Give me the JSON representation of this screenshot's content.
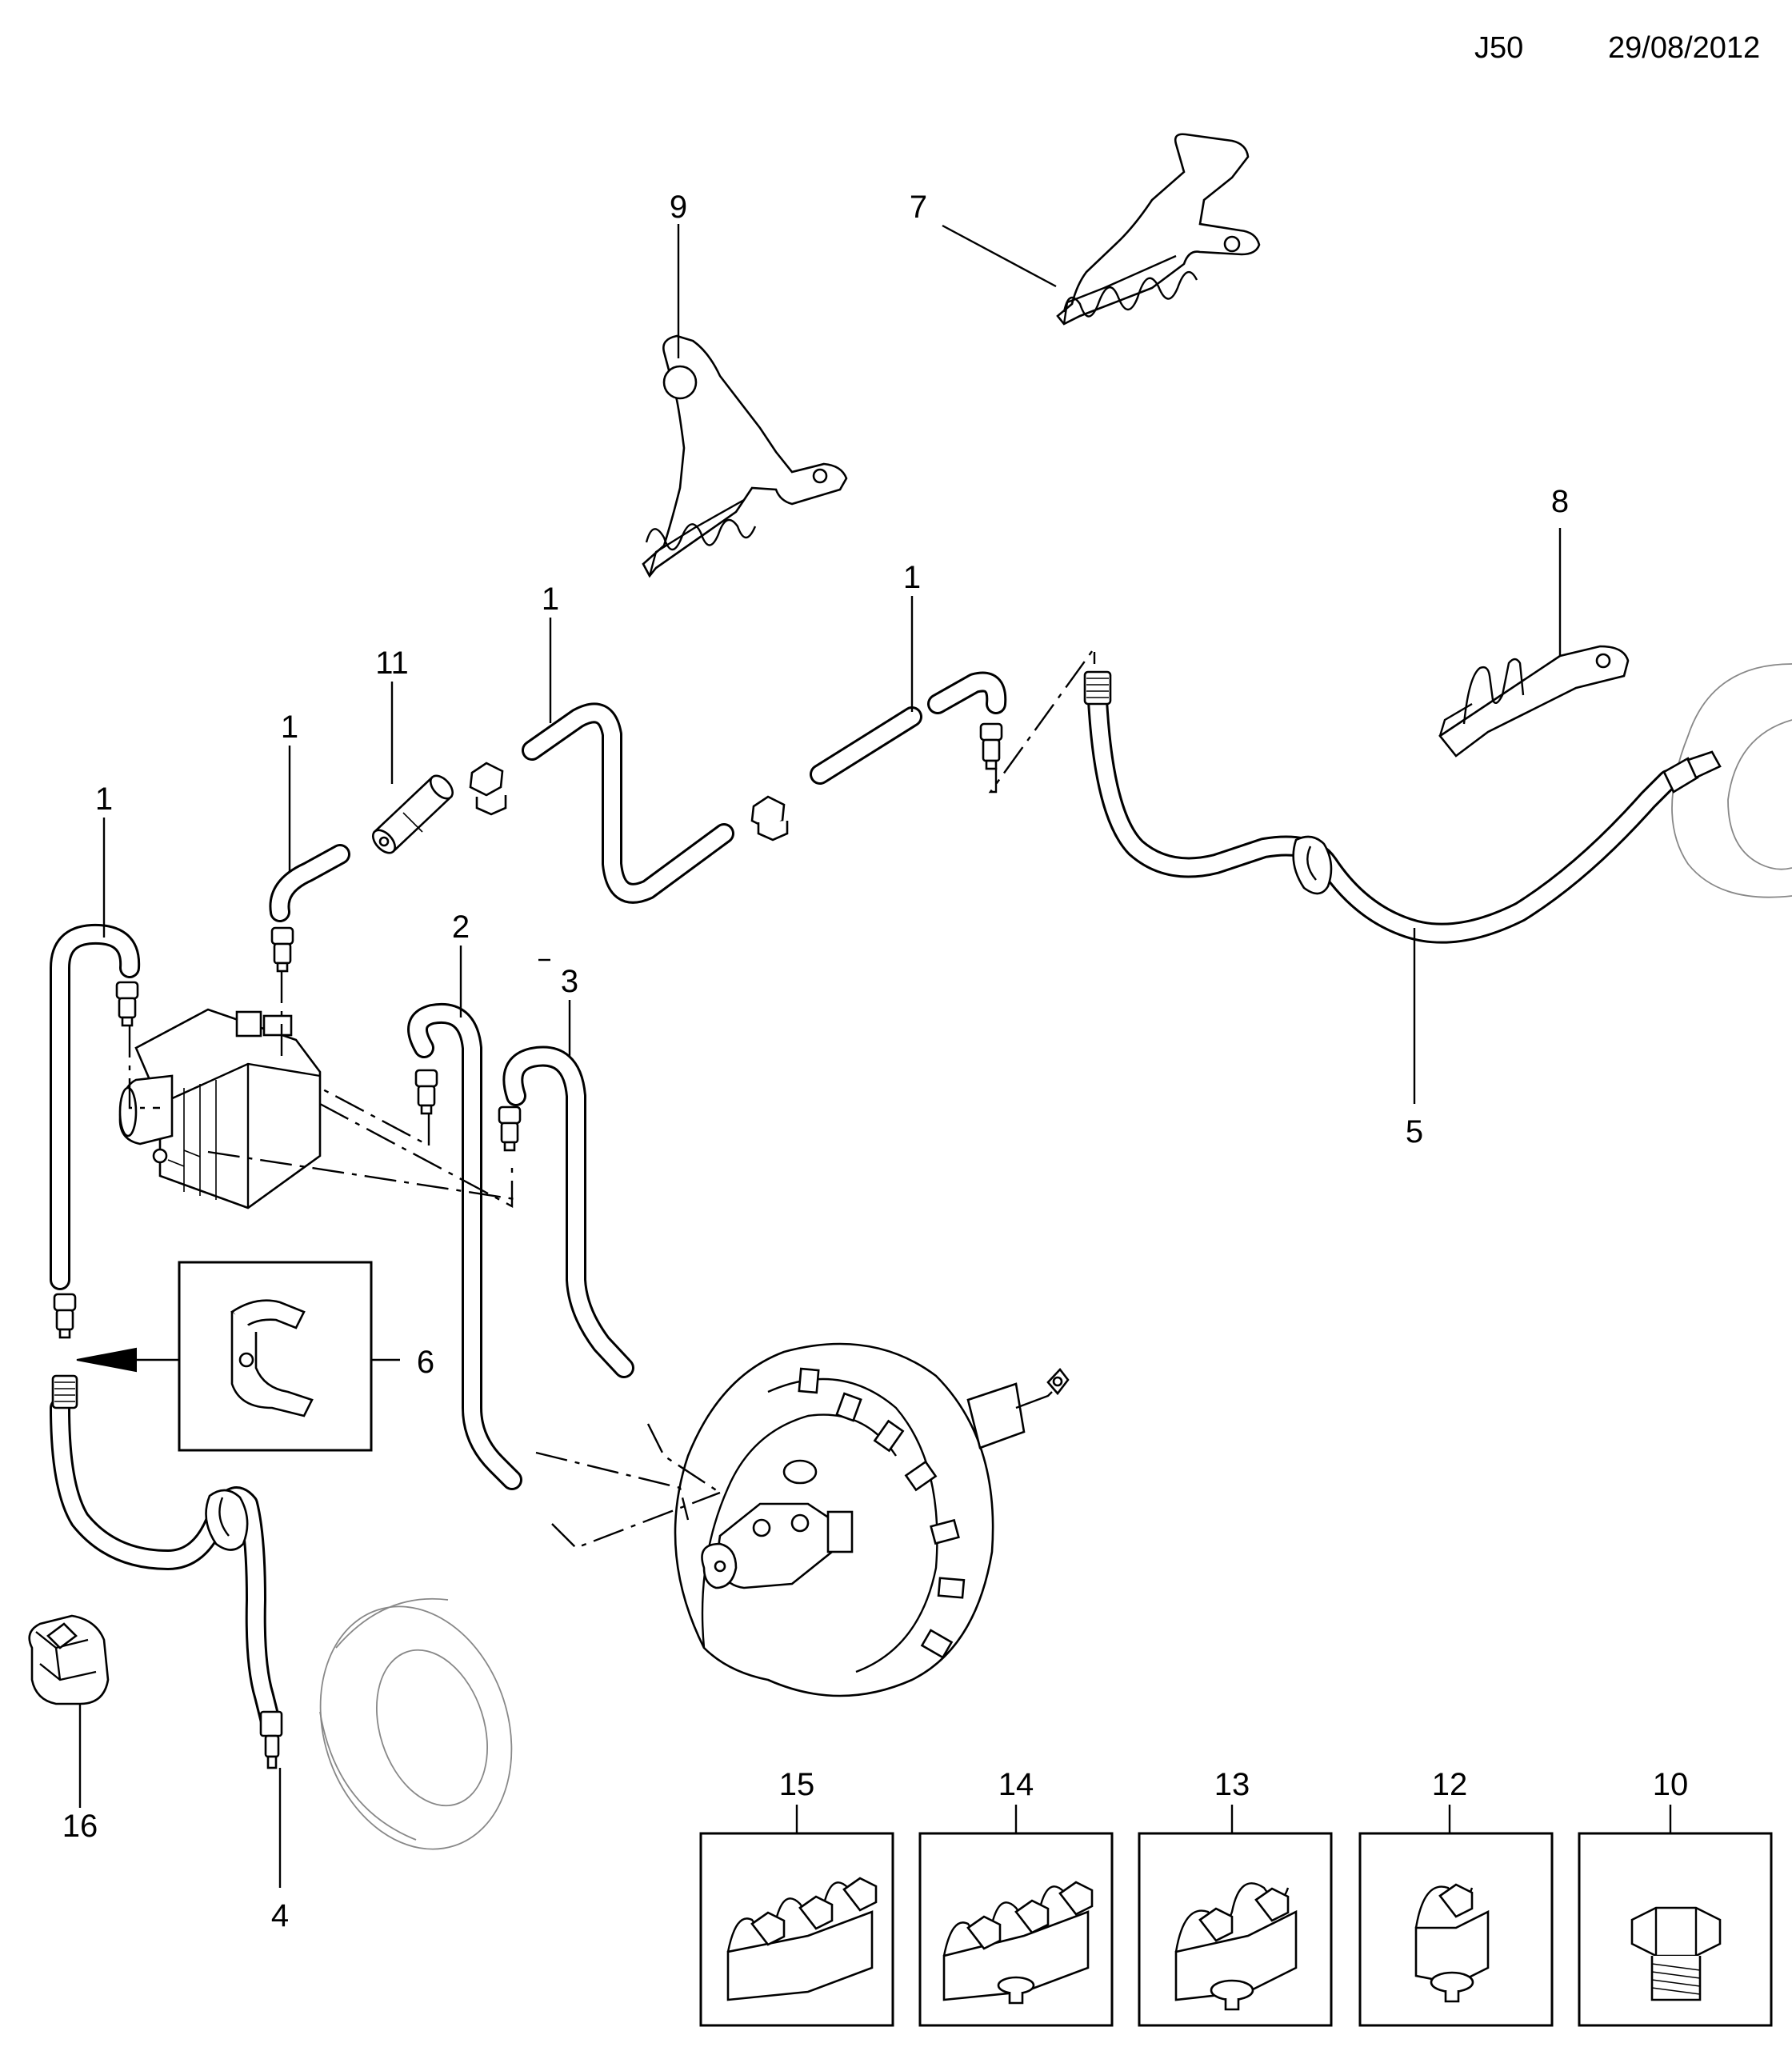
{
  "header": {
    "code": "J50",
    "date": "29/08/2012"
  },
  "callouts": {
    "c1a": "1",
    "c1b": "1",
    "c1c": "1",
    "c1d": "1",
    "c2": "2",
    "c3": "3",
    "c4": "4",
    "c5": "5",
    "c6": "6",
    "c7": "7",
    "c8": "8",
    "c9": "9",
    "c10": "10",
    "c11": "11",
    "c12": "12",
    "c13": "13",
    "c14": "14",
    "c15": "15",
    "c16": "16"
  },
  "colors": {
    "line": "#000000",
    "background": "#ffffff",
    "ghost": "#888888"
  }
}
